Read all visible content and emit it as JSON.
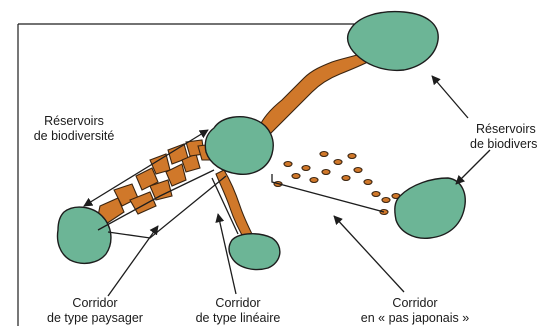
{
  "colors": {
    "reservoir_fill": "#6cb596",
    "corridor_fill": "#d0782a",
    "outline": "#1d1d1d"
  },
  "labels": {
    "reservoirs_left": [
      "Réservoirs",
      "de biodiversité"
    ],
    "reservoirs_right": [
      "Réservoirs",
      "de biodivers"
    ],
    "corridor_landscape": [
      "Corridor",
      "de type paysager"
    ],
    "corridor_linear": [
      "Corridor",
      "de type linéaire"
    ],
    "corridor_stepping": [
      "Corridor",
      "en « pas japonais »"
    ]
  }
}
